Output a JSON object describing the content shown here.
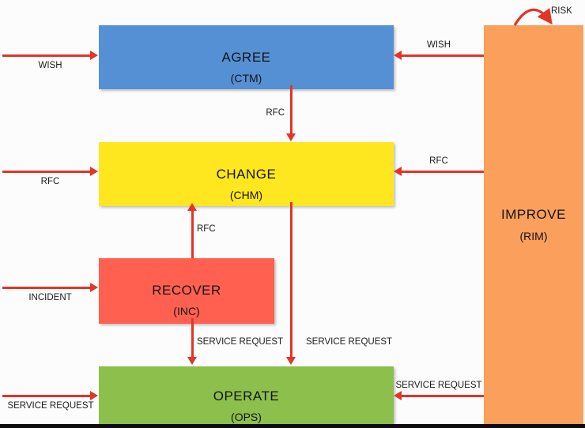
{
  "boxes": {
    "agree": {
      "title": "AGREE",
      "subtitle": "(CTM)"
    },
    "change": {
      "title": "CHANGE",
      "subtitle": "(CHM)"
    },
    "recover": {
      "title": "RECOVER",
      "subtitle": "(INC)"
    },
    "operate": {
      "title": "OPERATE",
      "subtitle": "(OPS)"
    },
    "improve": {
      "title": "IMPROVE",
      "subtitle": "(RIM)"
    }
  },
  "edge_labels": {
    "wish_into_agree": "WISH",
    "wish_improve_to_agree": "WISH",
    "rfc_into_change": "RFC",
    "rfc_improve_to_change": "RFC",
    "rfc_agree_to_change": "RFC",
    "rfc_recover_to_change": "RFC",
    "incident_into_recover": "INCIDENT",
    "service_request_into_operate": "SERVICE REQUEST",
    "service_request_improve_to_operate": "SERVICE REQUEST",
    "service_request_change_to_operate": "SERVICE REQUEST",
    "service_request_recover_to_operate": "SERVICE REQUEST",
    "risk_improve_self_loop": "RISK"
  },
  "colors": {
    "agree_blue": "#5590d5",
    "change_yellow": "#fee71e",
    "recover_red": "#ff604f",
    "operate_green": "#8cbf4c",
    "improve_orange": "#fa9f5c",
    "arrow_red": "#e03528",
    "bottom_bar_black": "#0d0d0d"
  }
}
